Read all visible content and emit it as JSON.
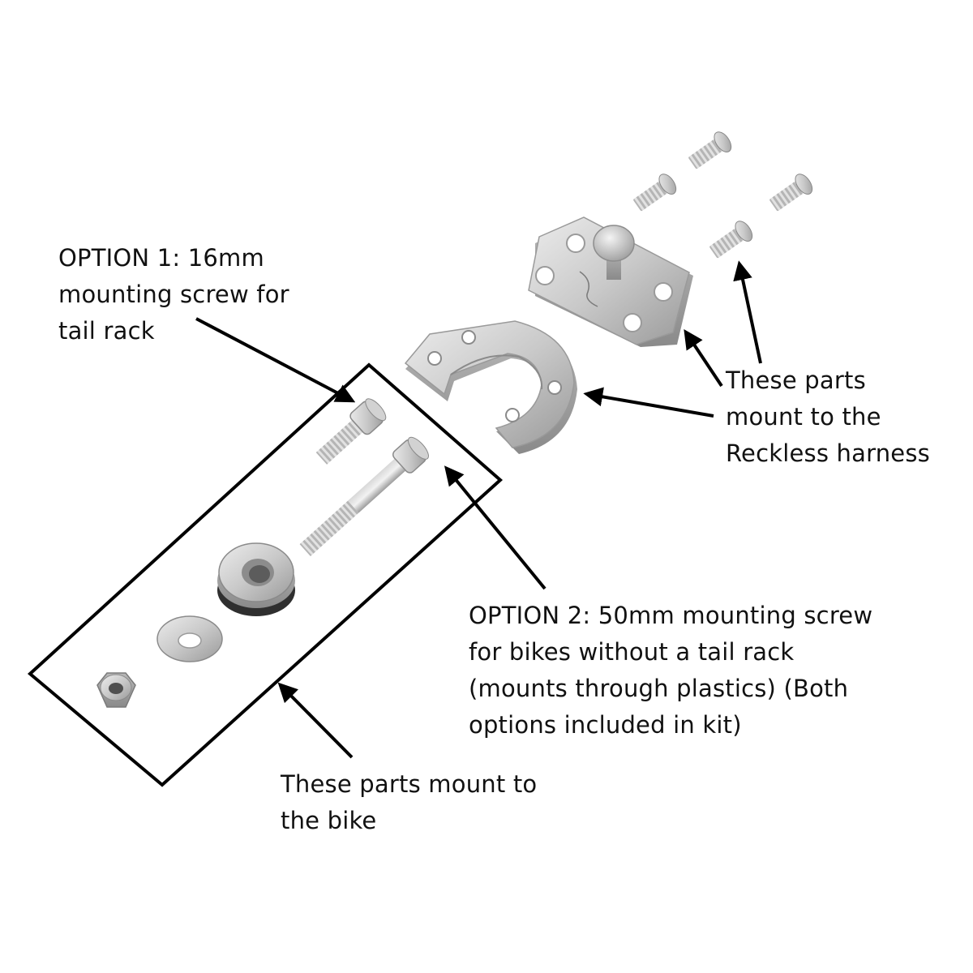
{
  "labels": {
    "option1": [
      "OPTION 1: 16mm",
      "mounting screw for",
      "tail rack"
    ],
    "harness": [
      "These parts",
      "mount to the",
      "Reckless harness"
    ],
    "option2": [
      "OPTION 2: 50mm mounting screw",
      "for bikes without a tail rack",
      "(mounts through plastics) (Both",
      "options included in kit)"
    ],
    "bike": [
      "These parts mount to",
      "the bike"
    ]
  },
  "colors": {
    "metal_light": "#e4e4e4",
    "metal_mid": "#bdbdbd",
    "metal_dark": "#8c8c8c",
    "ink": "#000000"
  }
}
